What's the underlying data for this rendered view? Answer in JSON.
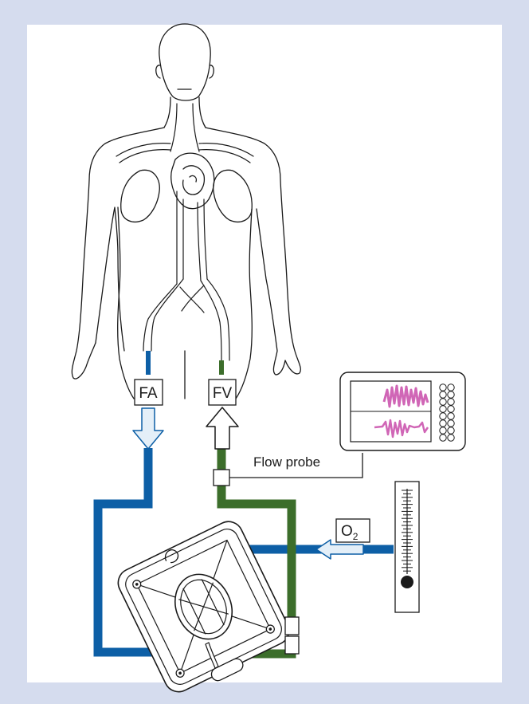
{
  "labels": {
    "fa": "FA",
    "fv": "FV",
    "flow_probe": "Flow probe",
    "oxygen": "O",
    "oxygen_sub": "2"
  },
  "colors": {
    "background": "#d5dcee",
    "panel": "#ffffff",
    "arterial_line": "#0d5fa6",
    "venous_line": "#3c6e2b",
    "monitor_trace": "#d066b6",
    "arrow_fill_arterial": "#e4eff8"
  }
}
